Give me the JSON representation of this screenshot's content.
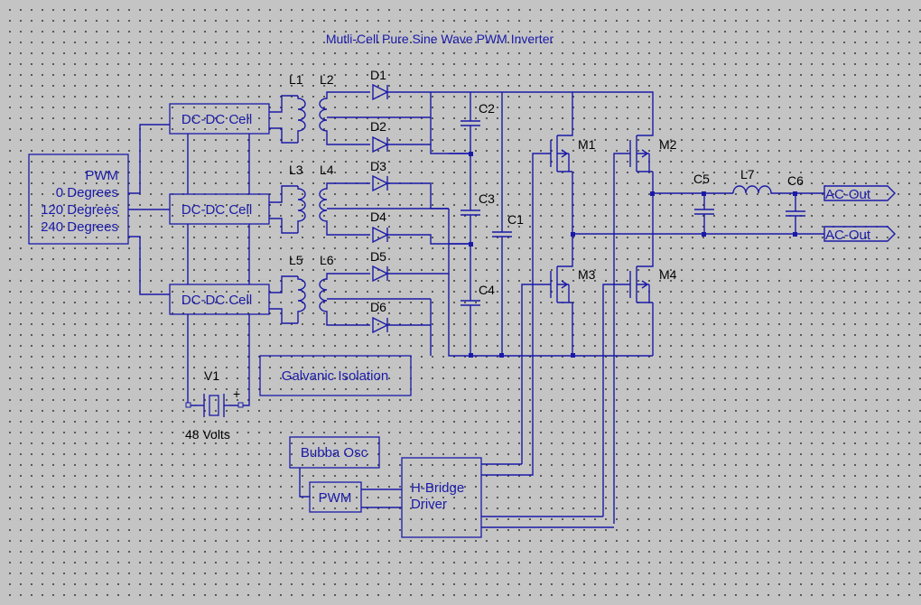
{
  "title": "Mutli-Cell Pure Sine Wave PWM Inverter",
  "pwm_block": {
    "line1": "PWM",
    "line2": "0 Degrees",
    "line3": "120 Degrees",
    "line4": "240 Degrees"
  },
  "cells": [
    "DC-DC Cell",
    "DC-DC Cell",
    "DC-DC Cell"
  ],
  "inductors": [
    "L1",
    "L2",
    "L3",
    "L4",
    "L5",
    "L6",
    "L7"
  ],
  "diodes": [
    "D1",
    "D2",
    "D3",
    "D4",
    "D5",
    "D6"
  ],
  "capacitors": [
    "C1",
    "C2",
    "C3",
    "C4",
    "C5",
    "C6"
  ],
  "mosfets": [
    "M1",
    "M2",
    "M3",
    "M4"
  ],
  "battery": {
    "ref": "V1",
    "value": "48 Volts"
  },
  "galvanic": "Galvanic Isolation",
  "osc": "Bubba Osc",
  "osc_pwm": "PWM",
  "driver": {
    "line1": "H-Bridge",
    "line2": "Driver"
  },
  "outputs": [
    "AC-Out",
    "AC-Out"
  ]
}
